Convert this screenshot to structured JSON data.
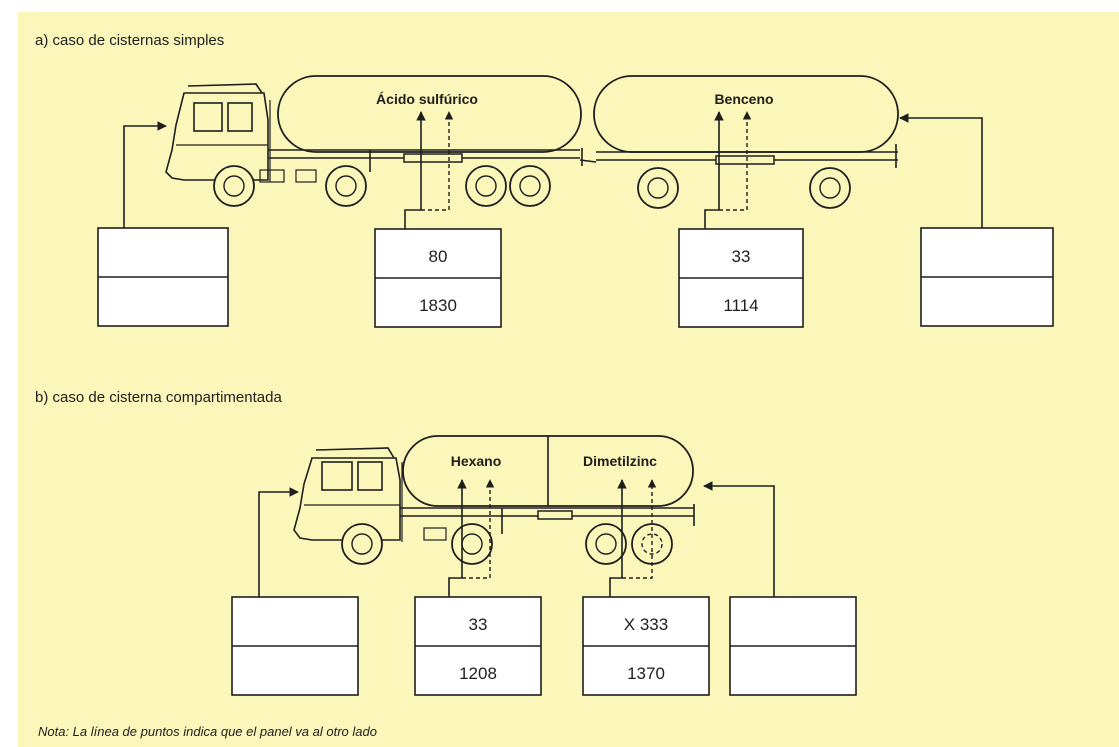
{
  "section_a": {
    "title": "a) caso de cisternas simples",
    "tank_1": {
      "name": "Ácido sulfúrico",
      "hazard_number": "80",
      "un_number": "1830"
    },
    "tank_2": {
      "name": "Benceno",
      "hazard_number": "33",
      "un_number": "1114"
    },
    "front_panel": {
      "top": "",
      "bottom": ""
    },
    "rear_panel": {
      "top": "",
      "bottom": ""
    }
  },
  "section_b": {
    "title": "b) caso de cisterna compartimentada",
    "compartment_1": {
      "name": "Hexano",
      "hazard_number": "33",
      "un_number": "1208"
    },
    "compartment_2": {
      "name": "Dimetilzinc",
      "hazard_number": "X 333",
      "un_number": "1370"
    },
    "front_panel": {
      "top": "",
      "bottom": ""
    },
    "rear_panel": {
      "top": "",
      "bottom": ""
    }
  },
  "note": "Nota: La línea de puntos indica que el panel va al otro lado",
  "colors": {
    "background": "#fbf6ba",
    "ink": "#1e1e1e",
    "panel": "#ffffff"
  }
}
